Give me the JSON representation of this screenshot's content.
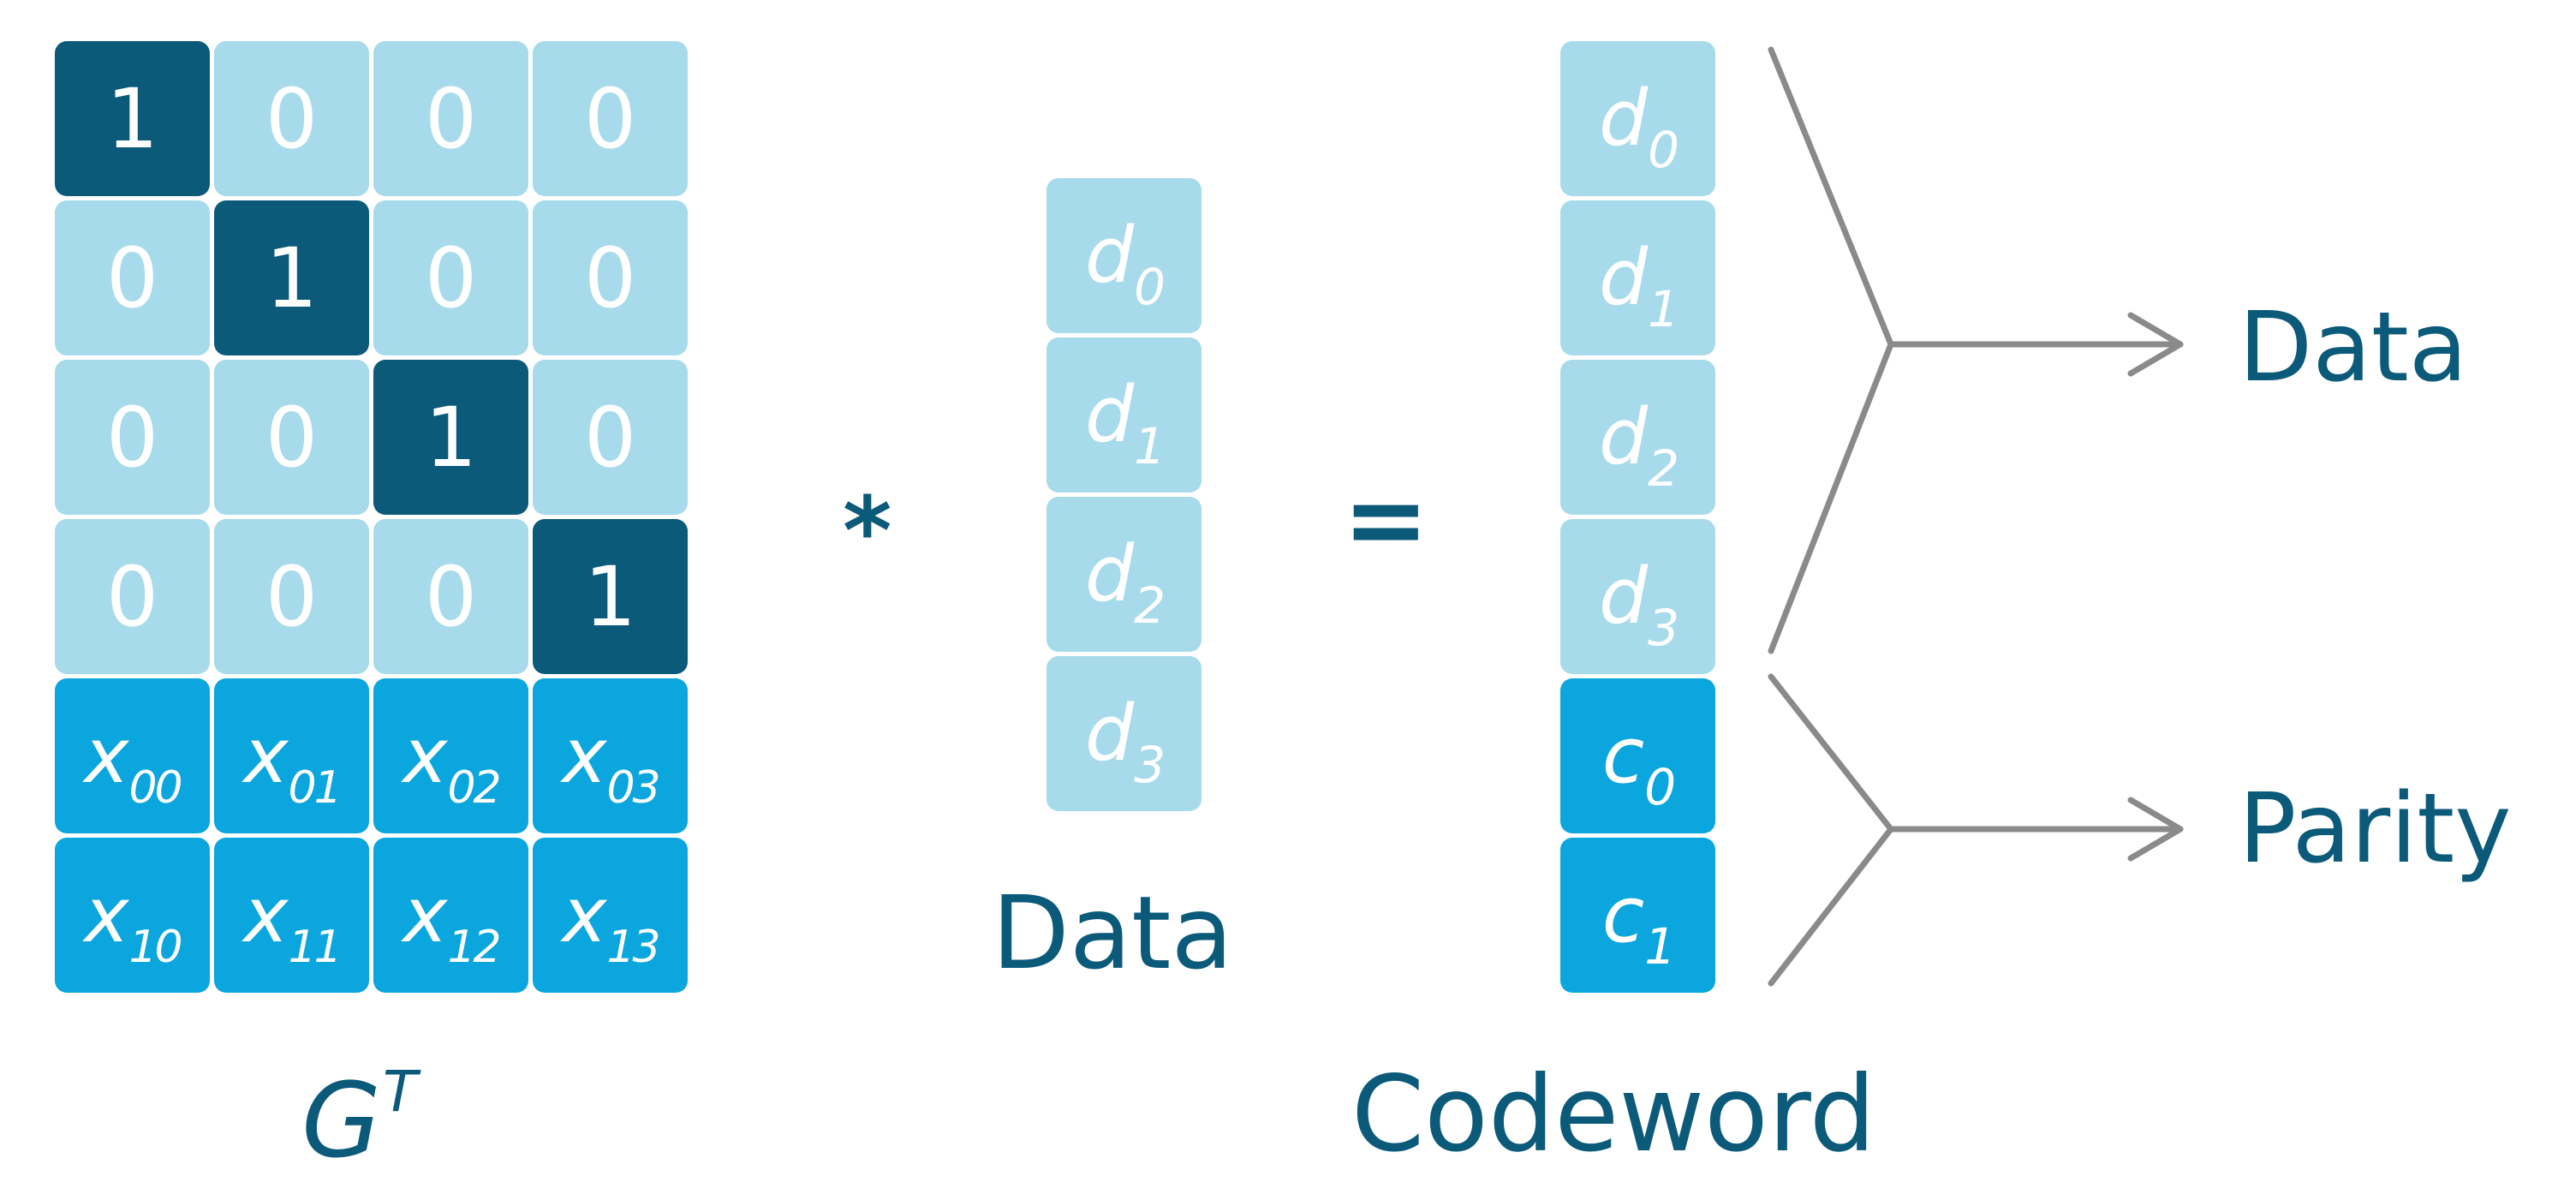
{
  "matrix": {
    "label_base": "G",
    "label_sup": "T",
    "identity_rows": [
      [
        "1",
        "0",
        "0",
        "0"
      ],
      [
        "0",
        "1",
        "0",
        "0"
      ],
      [
        "0",
        "0",
        "1",
        "0"
      ],
      [
        "0",
        "0",
        "0",
        "1"
      ]
    ],
    "parity_rows": [
      [
        {
          "base": "x",
          "sub": "00"
        },
        {
          "base": "x",
          "sub": "01"
        },
        {
          "base": "x",
          "sub": "02"
        },
        {
          "base": "x",
          "sub": "03"
        }
      ],
      [
        {
          "base": "x",
          "sub": "10"
        },
        {
          "base": "x",
          "sub": "11"
        },
        {
          "base": "x",
          "sub": "12"
        },
        {
          "base": "x",
          "sub": "13"
        }
      ]
    ]
  },
  "operators": {
    "multiply": "*",
    "equals": "="
  },
  "data_vector": {
    "label": "Data",
    "items": [
      {
        "base": "d",
        "sub": "0"
      },
      {
        "base": "d",
        "sub": "1"
      },
      {
        "base": "d",
        "sub": "2"
      },
      {
        "base": "d",
        "sub": "3"
      }
    ]
  },
  "codeword": {
    "label": "Codeword",
    "data_items": [
      {
        "base": "d",
        "sub": "0"
      },
      {
        "base": "d",
        "sub": "1"
      },
      {
        "base": "d",
        "sub": "2"
      },
      {
        "base": "d",
        "sub": "3"
      }
    ],
    "parity_items": [
      {
        "base": "c",
        "sub": "0"
      },
      {
        "base": "c",
        "sub": "1"
      }
    ]
  },
  "outputs": {
    "data_label": "Data",
    "parity_label": "Parity"
  },
  "colors": {
    "light_cell": "#a7dbeb",
    "dark_cell": "#0c5a7a",
    "parity_cell": "#0aa6dd",
    "text_dark": "#0c5a7a",
    "line": "#8a8a8a"
  }
}
